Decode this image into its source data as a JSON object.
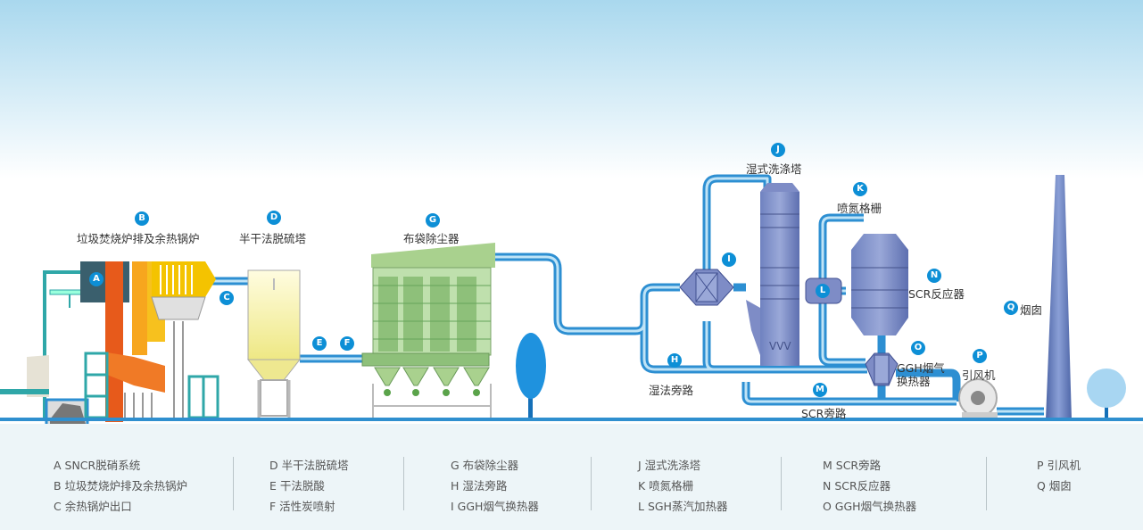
{
  "colors": {
    "accent": "#0d8fd6",
    "pipe": "#2d8fd2",
    "ground": "#2f8fcf",
    "tower": "#5b6fb2",
    "yellow_tower": "#f3f0a0",
    "baghouse": "#9fce8a"
  },
  "badges": {
    "A": "A",
    "B": "B",
    "C": "C",
    "D": "D",
    "E": "E",
    "F": "F",
    "G": "G",
    "H": "H",
    "I": "I",
    "J": "J",
    "K": "K",
    "L": "L",
    "M": "M",
    "N": "N",
    "O": "O",
    "P": "P",
    "Q": "Q"
  },
  "labels": {
    "B": "垃圾焚烧炉排及余热锅炉",
    "D": "半干法脱硫塔",
    "G": "布袋除尘器",
    "J": "湿式洗涤塔",
    "K": "喷氮格栅",
    "N": "SCR反应器",
    "O_line1": "GGH烟气",
    "O_line2": "换热器",
    "P": "引风机",
    "Q": "烟囱",
    "H": "湿法旁路",
    "M": "SCR旁路"
  },
  "legend": [
    [
      "A  SNCR脱硝系统",
      "B  垃圾焚烧炉排及余热锅炉",
      "C  余热锅炉出口"
    ],
    [
      "D 半干法脱硫塔",
      "E  干法脱酸",
      "F  活性炭喷射"
    ],
    [
      "G 布袋除尘器",
      "H 湿法旁路",
      "I  GGH烟气换热器"
    ],
    [
      "J  湿式洗涤塔",
      "K 喷氮格栅",
      "L  SGH蒸汽加热器"
    ],
    [
      "M SCR旁路",
      "N SCR反应器",
      "O GGH烟气换热器"
    ],
    [
      "P  引风机",
      "Q 烟囱"
    ]
  ]
}
